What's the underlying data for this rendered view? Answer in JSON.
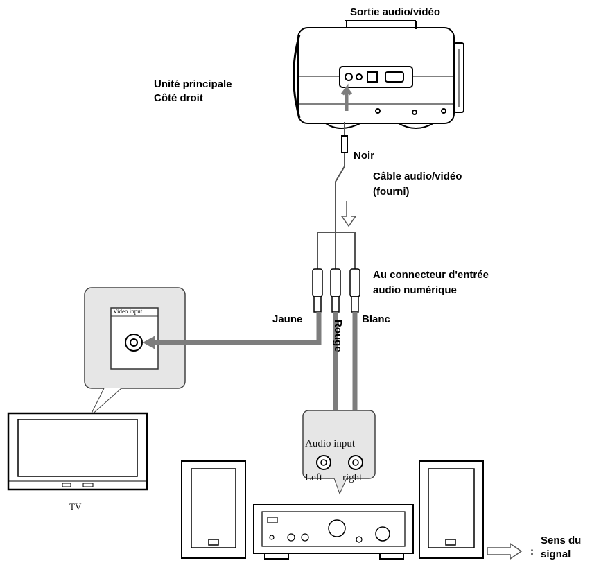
{
  "labels": {
    "av_output": "Sortie audio/vidéo",
    "main_unit": "Unité principale",
    "right_side": "Côté droit",
    "black": "Noir",
    "av_cable": "Câble audio/vidéo",
    "supplied": "(fourni)",
    "input_connector": "Au connecteur d'entrée",
    "digital_audio": "audio numérique",
    "yellow": "Jaune",
    "red": "Rouge",
    "white": "Blanc",
    "video_input": "Video input",
    "audio_input": "Audio input",
    "left": "Left",
    "right": "right",
    "tv": "TV",
    "signal_direction_1": "Sens du",
    "signal_direction_2": "signal",
    "signal_colon": ":"
  },
  "colors": {
    "line": "#000000",
    "arrow": "#7d7d7d",
    "cable": "#8a8a8a",
    "panel": "#e6e6e6"
  }
}
